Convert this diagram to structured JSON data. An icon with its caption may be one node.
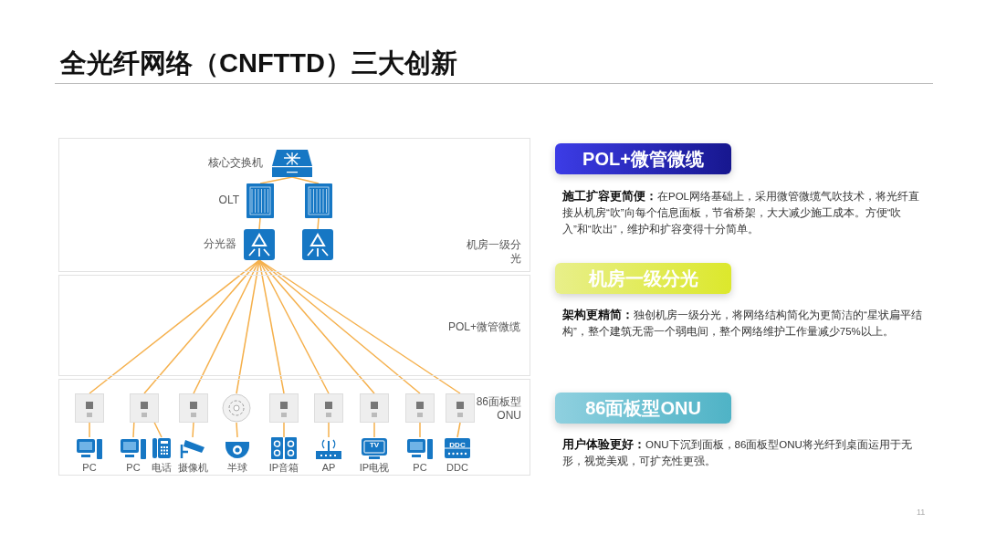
{
  "diagram": {
    "title": "全光纤网络（CNFTTD）三大创新",
    "nodes": [
      {
        "text": [
          "机房一级分光"
        ]
      },
      {
        "text": [
          "核心交换机"
        ],
        "in": 0
      },
      {
        "text": [
          "OLT"
        ],
        "in": 0
      },
      {
        "text": [],
        "shape": "box",
        "in": 0
      },
      {
        "text": [
          "分光器"
        ],
        "in": 0
      },
      {
        "text": [],
        "shape": "box",
        "in": 0
      },
      {
        "text": [
          "86面板型ONU"
        ]
      },
      {
        "text": [],
        "shape": "box",
        "in": 6
      },
      {
        "text": [],
        "shape": "box",
        "in": 6
      },
      {
        "text": [],
        "shape": "box",
        "in": 6
      },
      {
        "text": [],
        "shape": "circle",
        "in": 6
      },
      {
        "text": [],
        "shape": "box",
        "in": 6
      },
      {
        "text": [],
        "shape": "box",
        "in": 6
      },
      {
        "text": [],
        "shape": "box",
        "in": 6
      },
      {
        "text": [],
        "shape": "box",
        "in": 6
      },
      {
        "text": [],
        "shape": "box",
        "in": 6
      },
      {
        "text": [
          "PC"
        ],
        "in": 6
      },
      {
        "text": [
          "PC"
        ],
        "in": 6
      },
      {
        "text": [
          "电话"
        ],
        "in": 6
      },
      {
        "text": [
          "摄像机"
        ],
        "in": 6
      },
      {
        "text": [
          "半球"
        ],
        "in": 6
      },
      {
        "text": [
          "IP音箱"
        ],
        "in": 6
      },
      {
        "text": [
          "AP"
        ],
        "in": 6
      },
      {
        "text": [
          "IP电视"
        ],
        "in": 6
      },
      {
        "text": [
          "PC"
        ],
        "in": 6
      },
      {
        "text": [
          "DDC"
        ],
        "in": 6
      },
      {
        "text": [
          "POL+微管微缆"
        ]
      },
      {
        "text": [
          "机房一级分光"
        ]
      },
      {
        "text": [
          "86面板型ONU"
        ]
      }
    ],
    "edges": [
      {
        "from": 1,
        "to": 2,
        "arrow": "none"
      },
      {
        "from": 1,
        "to": 3,
        "arrow": "none"
      },
      {
        "from": 2,
        "to": 4,
        "arrow": "none"
      },
      {
        "from": 3,
        "to": 5,
        "arrow": "none"
      },
      {
        "from": 4,
        "to": 7,
        "arrow": "none"
      },
      {
        "from": 4,
        "to": 8,
        "arrow": "none"
      },
      {
        "from": 4,
        "to": 9,
        "arrow": "none"
      },
      {
        "from": 4,
        "to": 10,
        "arrow": "none"
      },
      {
        "from": 4,
        "to": 11,
        "arrow": "none"
      },
      {
        "from": 4,
        "to": 12,
        "arrow": "none"
      },
      {
        "from": 4,
        "to": 13,
        "arrow": "none"
      },
      {
        "from": 4,
        "to": 14,
        "arrow": "none"
      },
      {
        "from": 4,
        "to": 15,
        "arrow": "none"
      },
      {
        "from": 7,
        "to": 16,
        "arrow": "none"
      },
      {
        "from": 8,
        "to": 17,
        "arrow": "none"
      },
      {
        "from": 8,
        "to": 18,
        "arrow": "none"
      },
      {
        "from": 9,
        "to": 19,
        "arrow": "none"
      },
      {
        "from": 10,
        "to": 20,
        "arrow": "none"
      },
      {
        "from": 11,
        "to": 21,
        "arrow": "none"
      },
      {
        "from": 12,
        "to": 22,
        "arrow": "none"
      },
      {
        "from": 13,
        "to": 23,
        "arrow": "none"
      },
      {
        "from": 14,
        "to": 24,
        "arrow": "none"
      },
      {
        "from": 15,
        "to": 25,
        "arrow": "none"
      }
    ],
    "labels": [
      "POL+微管微缆",
      "TV",
      "DDC",
      "**施工扩容更简便：**在POL网络基础上，采用微管微缆气吹技术，将光纤直接从机房“吹”向每个信息面板，节省桥架，大大减少施工成本。方便“吹入”和“吹出”，维护和扩容变得十分简单。",
      "**架构更精简：**独创机房一级分光，将网络结构简化为更简洁的“星状扁平结构”，整个建筑无需一个弱电间，整个网络维护工作量减少75%以上。",
      "**用户体验更好：**ONU下沉到面板，86面板型ONU将光纤到桌面运用于无形，视觉美观，可扩充性更强。",
      "11"
    ]
  }
}
